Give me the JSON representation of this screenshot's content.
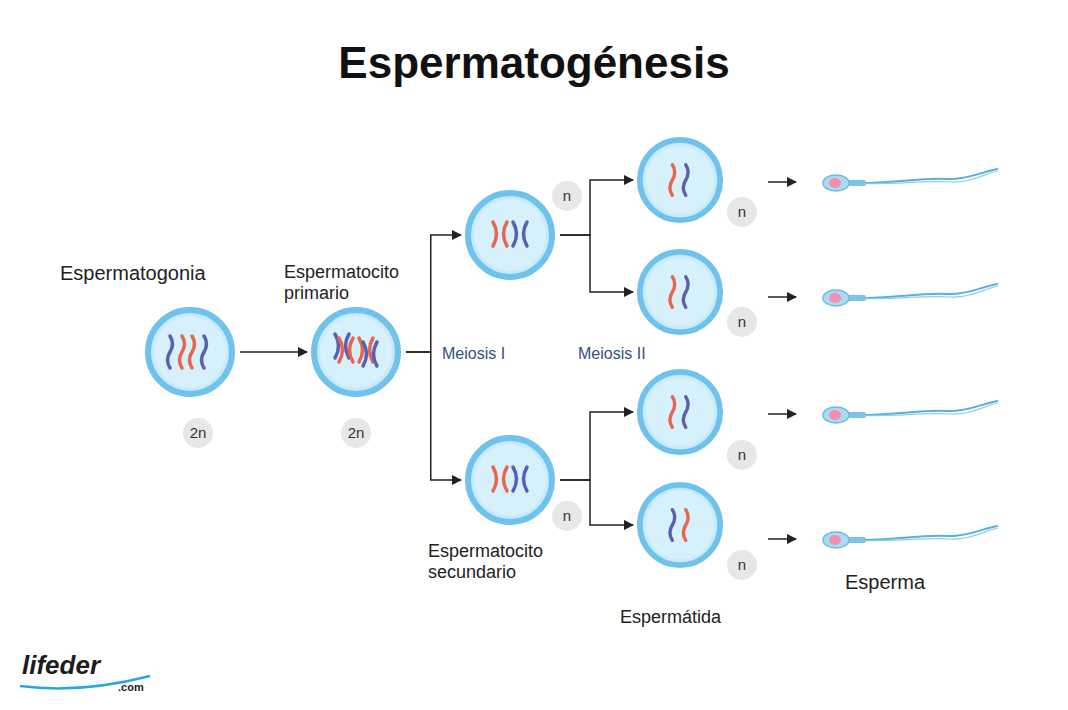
{
  "diagram": {
    "title": "Espermatogénesis",
    "nodes": [
      {
        "text": [
          "Espermatogonia",
          "2n"
        ]
      },
      {
        "text": [
          "Espermatocito primario",
          "2n"
        ]
      },
      {
        "text": [
          "n"
        ]
      },
      {
        "text": [
          "Espermatocito secundario",
          "n"
        ]
      },
      {
        "text": [
          "n"
        ]
      },
      {
        "text": [
          "n"
        ]
      },
      {
        "text": [
          "n"
        ]
      },
      {
        "text": [
          "Espermátida",
          "n"
        ]
      }
    ],
    "edges": [
      {
        "from": 0,
        "to": 1,
        "arrow": "to"
      },
      {
        "from": 1,
        "to": 2,
        "arrow": "to"
      },
      {
        "from": 1,
        "to": 3,
        "arrow": "to"
      },
      {
        "from": 2,
        "to": 4,
        "arrow": "to"
      },
      {
        "from": 2,
        "to": 5,
        "arrow": "to"
      },
      {
        "from": 3,
        "to": 6,
        "arrow": "to"
      },
      {
        "from": 3,
        "to": 7,
        "arrow": "to"
      }
    ],
    "labels": [
      "Meiosis I",
      "Meiosis II",
      "Esperma",
      "lifeder",
      ".com"
    ]
  }
}
